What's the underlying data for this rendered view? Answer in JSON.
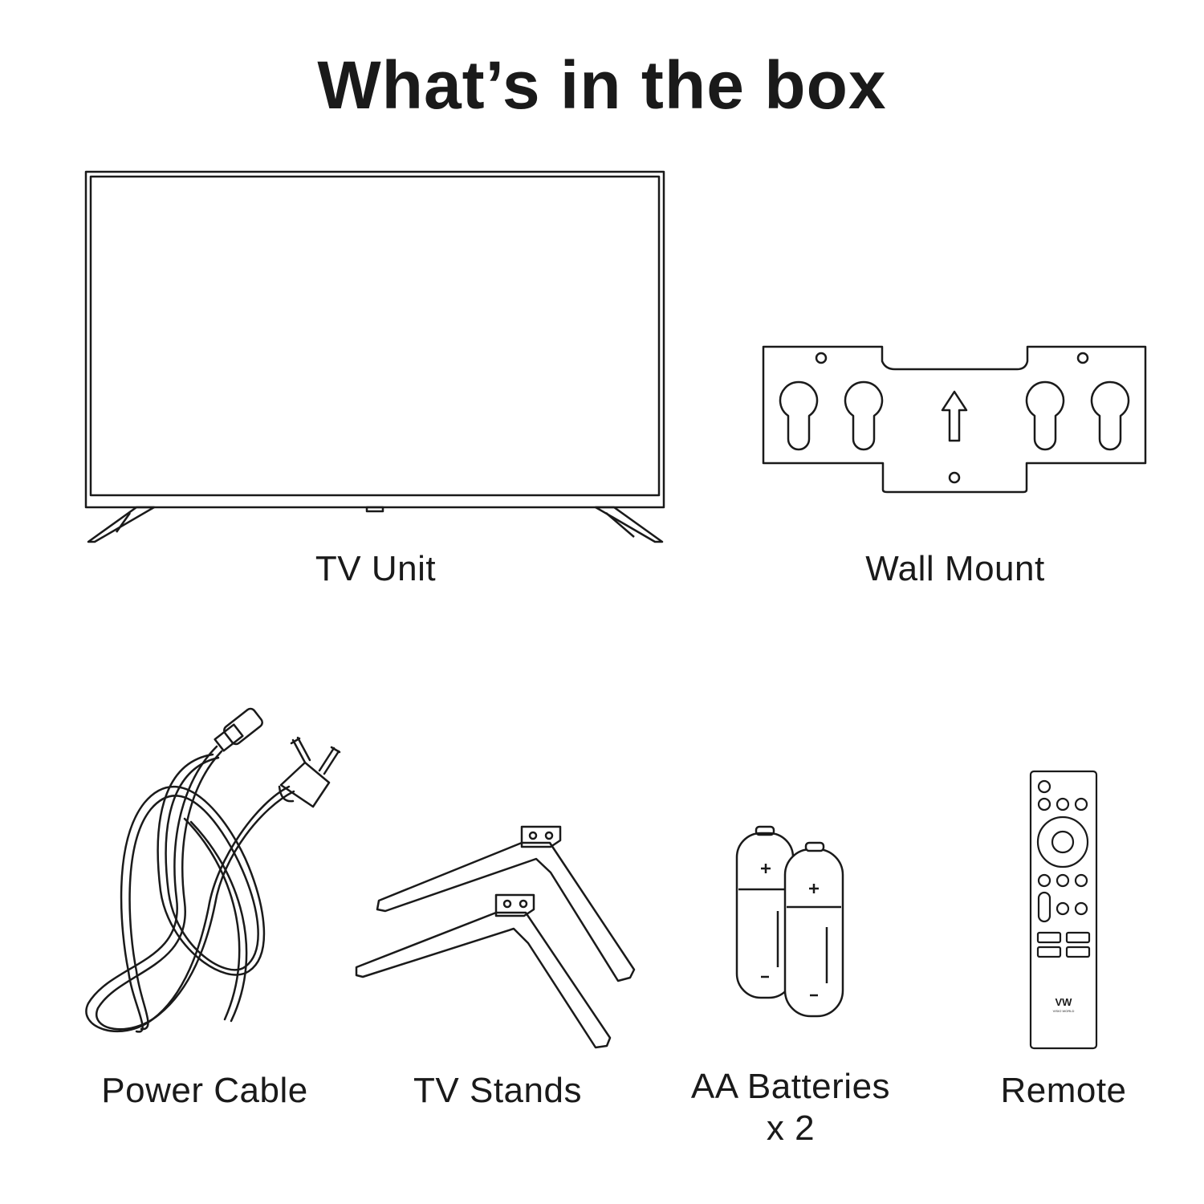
{
  "title": "What’s in the box",
  "items": [
    {
      "id": "tv-unit",
      "label": "TV Unit",
      "icon": "tv-icon"
    },
    {
      "id": "wall-mount",
      "label": "Wall Mount",
      "icon": "wall-mount-icon"
    },
    {
      "id": "power-cable",
      "label": "Power Cable",
      "icon": "power-cable-icon"
    },
    {
      "id": "tv-stands",
      "label": "TV Stands",
      "icon": "tv-stands-icon"
    },
    {
      "id": "aa-batteries",
      "label": "AA Batteries",
      "quantity": "x 2",
      "icon": "batteries-icon"
    },
    {
      "id": "remote",
      "label": "Remote",
      "icon": "remote-icon"
    }
  ],
  "remote_logo": {
    "mark": "VW",
    "text": "VISIO WORLD"
  },
  "colors": {
    "background": "#ffffff",
    "line": "#1a1a1a"
  }
}
